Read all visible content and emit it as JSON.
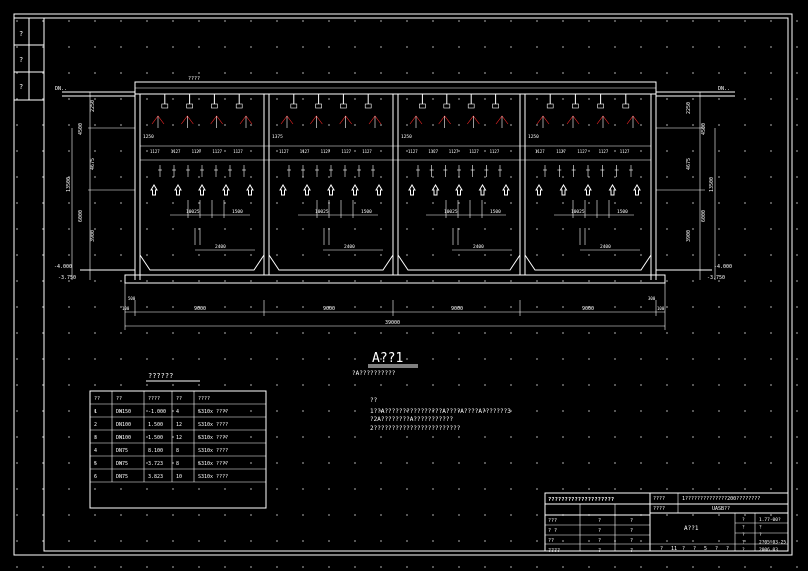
{
  "drawing": {
    "title": "A??1",
    "subtitle": "?A??????????",
    "overall_dimension": "39000",
    "bay_dimensions": [
      "9000",
      "9000",
      "9000",
      "9000"
    ],
    "left_end_dims": [
      "100",
      "500"
    ],
    "right_end_dims": [
      "300",
      "100"
    ],
    "top_label": "????",
    "pipe_label_left": "DN..",
    "pipe_label_right": "DN..",
    "left_vertical_dims": [
      "4500",
      "2250",
      "4675",
      "13500",
      "6000",
      "3900"
    ],
    "right_vertical_dims": [
      "2250",
      "4500",
      "4675",
      "13500",
      "6000",
      "3900"
    ],
    "elev_left": "-4.000",
    "elev_left_2": "-3.750",
    "elev_right": "-4.000",
    "elev_right_2": "-3.750",
    "row_dims_a": [
      "1250",
      "1375",
      "1250",
      "1250"
    ],
    "row_dims_b": [
      "1127",
      "1127",
      "1127",
      "1127",
      "1127"
    ],
    "row_dims_c": [
      "10025",
      "1500"
    ],
    "bottom_dims": [
      "2400",
      "2400",
      "2400",
      "2400"
    ]
  },
  "table": {
    "title": "??????",
    "headers": [
      "??",
      "??",
      "????",
      "??",
      "????"
    ],
    "rows": [
      [
        "1",
        "DN150",
        "-1.000",
        "4",
        "S310x ????"
      ],
      [
        "2",
        "DN100",
        "1.500",
        "12",
        "S310x ????"
      ],
      [
        "3",
        "DN100",
        "1.500",
        "12",
        "S310x ????"
      ],
      [
        "4",
        "DN75",
        "8.100",
        "8",
        "S310x ????"
      ],
      [
        "5",
        "DN75",
        "3.723",
        "8",
        "S310x ????"
      ],
      [
        "6",
        "DN75",
        "3.823",
        "10",
        "S310x ????"
      ]
    ]
  },
  "notes": {
    "label": "??",
    "lines": [
      "1??A????????????????A????A????A???????3",
      "  ?2A????????A???????????",
      "2????????????????????????"
    ]
  },
  "title_block": {
    "company": "????????????????????",
    "project_label": "????",
    "project_value": "1??????????????200????????",
    "drawing_label": "????",
    "drawing_value": "UASB??",
    "center_name": "A??1",
    "rows_left": [
      [
        "???",
        "?",
        "?"
      ],
      [
        "?  ?",
        "?",
        "?"
      ],
      [
        "??",
        "?",
        "?"
      ],
      [
        "????",
        "?",
        "?"
      ]
    ],
    "bottom_row": [
      "?",
      "11",
      "?",
      "?",
      "5",
      "?",
      "?"
    ],
    "right_values": [
      "1.77-00?",
      "?",
      "?",
      "2?05-03-25",
      "2006.03"
    ],
    "right_labels": [
      "?",
      "?",
      "?",
      "?",
      "?"
    ]
  },
  "left_strip": {
    "labels": [
      "?",
      "?",
      "?"
    ]
  },
  "colors": {
    "lines": "#ffffff",
    "accent_red": "#ff2a2a",
    "background": "#000000"
  }
}
